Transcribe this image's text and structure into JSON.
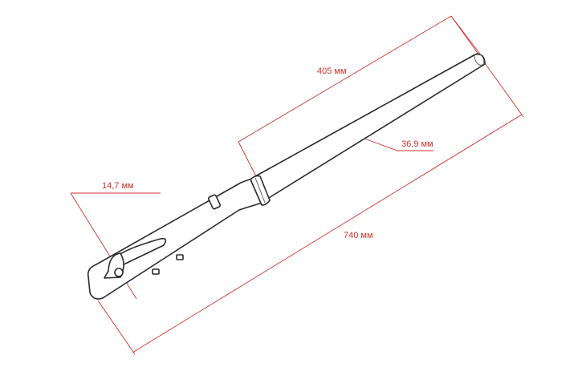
{
  "colors": {
    "dimension": "#d0312d",
    "outline": "#2a2a2a"
  },
  "dimensions": {
    "stanchion_length": "405 мм",
    "stanchion_diameter": "36,9 мм",
    "axle_diameter": "14,7 мм",
    "total_length": "740 мм"
  }
}
